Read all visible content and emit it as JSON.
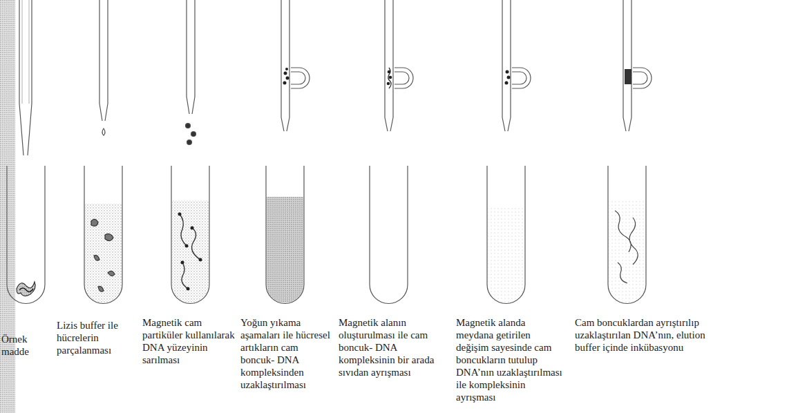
{
  "diagram": {
    "labels": [
      "Örnek madde",
      "Lizis buffer ile hücrelerin parçalanması",
      "Magnetik cam partiküler kullanılarak DNA yüzeyinin sarılması",
      "Yoğun yıkama aşamaları ile hücresel artıkların cam boncuk- DNA kompleksinden uzaklaştırılması",
      "Magnetik alanın oluşturulması ile cam boncuk- DNA kompleksinin bir arada sıvıdan ayrışması",
      "Magnetik alanda meydana getirilen değişim sayesinde cam boncukların tutulup DNA’nın uzaklaştırılması ile kompleksinin ayrışması",
      "Cam boncuklardan ayrıştırılıp uzaklaştırılan DNA’nın, elution buffer içinde inkübasyonu"
    ]
  }
}
